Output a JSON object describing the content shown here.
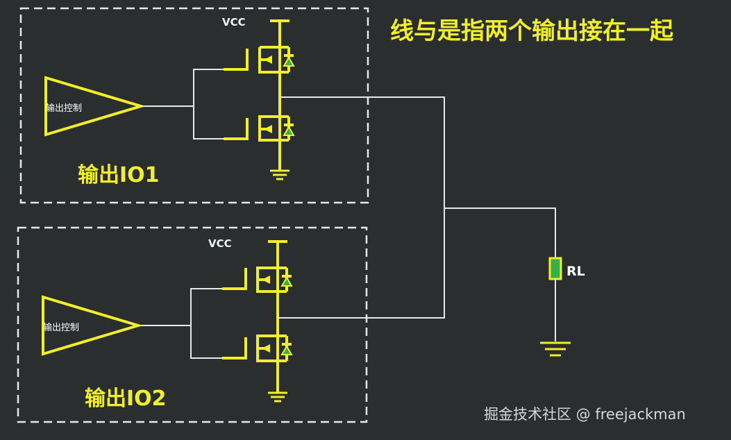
{
  "title": "线与是指两个输出接在一起",
  "blocks": [
    {
      "label": "输出IO1",
      "vcc_label": "VCC",
      "amp_label": "输出控制"
    },
    {
      "label": "输出IO2",
      "vcc_label": "VCC",
      "amp_label": "输出控制"
    }
  ],
  "load": {
    "label": "RL"
  },
  "watermark": "掘金技术社区 @ freejackman",
  "colors": {
    "background": "#2b2e2f",
    "accent": "#f2ef2a",
    "wire": "#e8e8e8",
    "resistor": "#35b04a",
    "dash": "#e8e8e8"
  }
}
